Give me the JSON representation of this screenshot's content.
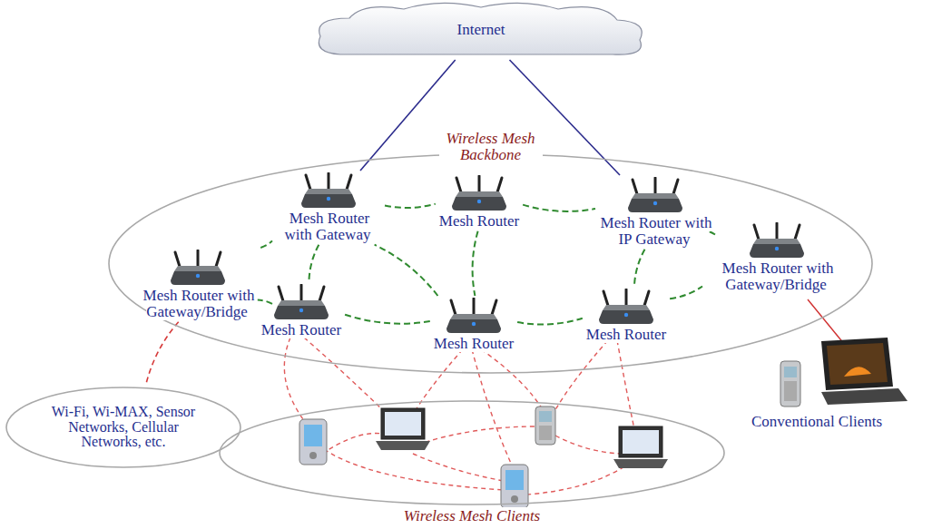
{
  "diagram": {
    "nodes": [
      {
        "text": [
          "Internet"
        ]
      },
      {
        "text": [
          "Wireless Mesh Backbone"
        ]
      },
      {
        "text": [
          "Mesh Router with Gateway"
        ],
        "in": 1
      },
      {
        "text": [
          "Mesh Router"
        ],
        "in": 1
      },
      {
        "text": [
          "Mesh Router with IP Gateway"
        ],
        "in": 1
      },
      {
        "text": [
          "Mesh Router with Gateway/Bridge"
        ],
        "in": 1
      },
      {
        "text": [
          "Mesh Router with Gateway/Bridge"
        ],
        "in": 1
      },
      {
        "text": [
          "Mesh Router"
        ],
        "in": 1
      },
      {
        "text": [
          "Mesh Router"
        ],
        "in": 1
      },
      {
        "text": [
          "Mesh Router"
        ],
        "in": 1
      },
      {
        "text": [
          "Wi-Fi, Wi-MAX, Sensor Networks, Cellular Networks, etc."
        ]
      },
      {
        "text": [
          "Wireless Mesh Clients"
        ]
      }
    ],
    "edges": [
      {
        "from": 0,
        "to": 2,
        "arrow": "none"
      },
      {
        "from": 0,
        "to": 4,
        "arrow": "none"
      },
      {
        "from": 5,
        "to": 2,
        "arrow": "none"
      },
      {
        "from": 5,
        "to": 7,
        "arrow": "none"
      },
      {
        "from": 2,
        "to": 3,
        "arrow": "none"
      },
      {
        "from": 2,
        "to": 7,
        "arrow": "none"
      },
      {
        "from": 3,
        "to": 4,
        "arrow": "none"
      },
      {
        "from": 3,
        "to": 8,
        "arrow": "none"
      },
      {
        "from": 4,
        "to": 6,
        "arrow": "none"
      },
      {
        "from": 4,
        "to": 9,
        "arrow": "none"
      },
      {
        "from": 7,
        "to": 8,
        "arrow": "none"
      },
      {
        "from": 8,
        "to": 9,
        "arrow": "none"
      },
      {
        "from": 8,
        "to": 2,
        "arrow": "none"
      },
      {
        "from": 9,
        "to": 6,
        "arrow": "none"
      },
      {
        "from": 5,
        "to": 10,
        "arrow": "none"
      }
    ],
    "labels": [
      "Conventional Clients"
    ]
  }
}
